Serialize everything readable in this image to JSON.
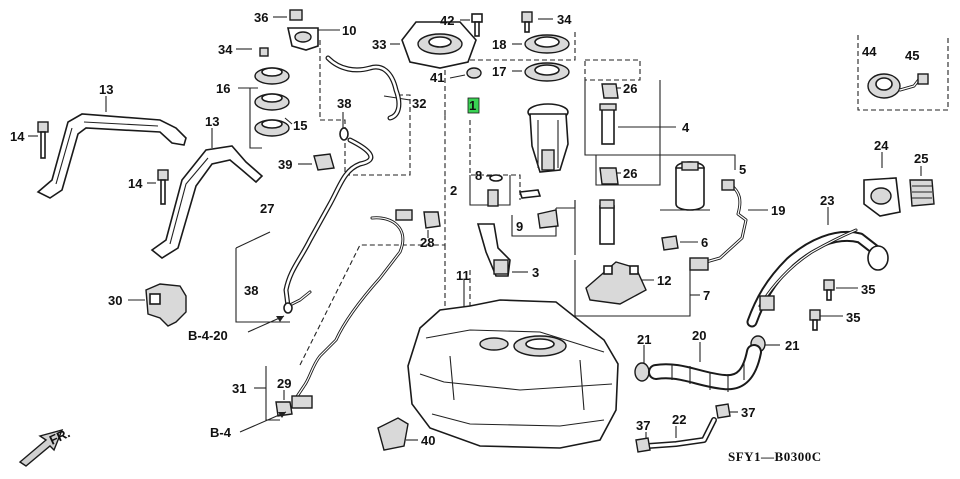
{
  "diagram": {
    "callouts": [
      {
        "key": "1",
        "text": "1",
        "highlight": true
      },
      {
        "key": "2",
        "text": "2"
      },
      {
        "key": "3",
        "text": "3"
      },
      {
        "key": "4",
        "text": "4"
      },
      {
        "key": "5",
        "text": "5"
      },
      {
        "key": "6",
        "text": "6"
      },
      {
        "key": "7",
        "text": "7"
      },
      {
        "key": "8",
        "text": "8"
      },
      {
        "key": "9",
        "text": "9"
      },
      {
        "key": "10",
        "text": "10"
      },
      {
        "key": "11",
        "text": "11"
      },
      {
        "key": "12",
        "text": "12"
      },
      {
        "key": "13a",
        "text": "13"
      },
      {
        "key": "13b",
        "text": "13"
      },
      {
        "key": "14a",
        "text": "14"
      },
      {
        "key": "14b",
        "text": "14"
      },
      {
        "key": "15",
        "text": "15"
      },
      {
        "key": "16",
        "text": "16"
      },
      {
        "key": "17",
        "text": "17"
      },
      {
        "key": "18",
        "text": "18"
      },
      {
        "key": "19",
        "text": "19"
      },
      {
        "key": "20",
        "text": "20"
      },
      {
        "key": "21a",
        "text": "21"
      },
      {
        "key": "21b",
        "text": "21"
      },
      {
        "key": "22",
        "text": "22"
      },
      {
        "key": "23",
        "text": "23"
      },
      {
        "key": "24",
        "text": "24"
      },
      {
        "key": "25",
        "text": "25"
      },
      {
        "key": "26a",
        "text": "26"
      },
      {
        "key": "26b",
        "text": "26"
      },
      {
        "key": "27",
        "text": "27"
      },
      {
        "key": "28",
        "text": "28"
      },
      {
        "key": "29",
        "text": "29"
      },
      {
        "key": "30",
        "text": "30"
      },
      {
        "key": "31",
        "text": "31"
      },
      {
        "key": "32",
        "text": "32"
      },
      {
        "key": "33",
        "text": "33"
      },
      {
        "key": "34a",
        "text": "34"
      },
      {
        "key": "34b",
        "text": "34"
      },
      {
        "key": "35a",
        "text": "35"
      },
      {
        "key": "35b",
        "text": "35"
      },
      {
        "key": "36",
        "text": "36"
      },
      {
        "key": "37a",
        "text": "37"
      },
      {
        "key": "37b",
        "text": "37"
      },
      {
        "key": "38a",
        "text": "38"
      },
      {
        "key": "38b",
        "text": "38"
      },
      {
        "key": "39",
        "text": "39"
      },
      {
        "key": "40",
        "text": "40"
      },
      {
        "key": "41",
        "text": "41"
      },
      {
        "key": "42",
        "text": "42"
      },
      {
        "key": "44",
        "text": "44"
      },
      {
        "key": "45",
        "text": "45"
      }
    ],
    "references": {
      "b420": "B-4-20",
      "b4": "B-4",
      "front": "FR."
    },
    "diagram_code": "SFY1—B0300C",
    "highlight_color": "#39d353"
  }
}
